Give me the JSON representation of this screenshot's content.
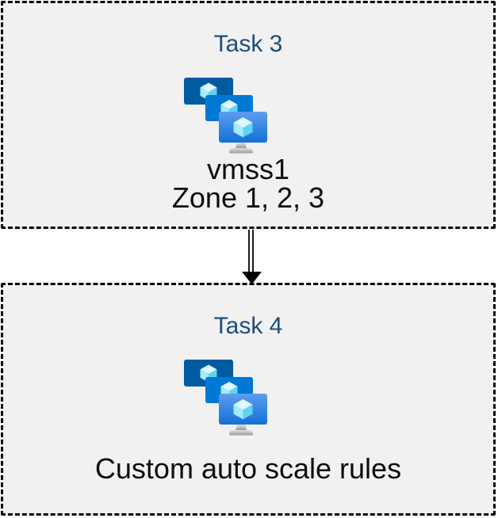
{
  "tasks": [
    {
      "title": "Task 3",
      "icon": "vm-scale-sets-icon",
      "lines": [
        "vmss1",
        "Zone 1, 2, 3"
      ]
    },
    {
      "title": "Task 4",
      "icon": "vm-scale-sets-icon",
      "lines": [
        "Custom auto scale rules"
      ]
    }
  ],
  "connector": {
    "type": "double-line-arrow",
    "direction": "down",
    "color": "#000000"
  },
  "colors": {
    "canvas_bg": "#FFFFFF",
    "box_bg": "#F1F1F2",
    "box_border": "#000000",
    "task_title": "#1F4E79",
    "body_text": "#0D0D0D",
    "monitor_back": "#005BA1",
    "monitor_middle": "#0078D4",
    "monitor_front_top": "#5C9EEE",
    "monitor_front_bottom": "#1470D8",
    "cube_top": "#E0F7FF",
    "cube_left": "#A3ECFF",
    "cube_right": "#5FD4F2",
    "stand_top": "#E2E2E2",
    "stand_bottom": "#9A9A9A"
  }
}
